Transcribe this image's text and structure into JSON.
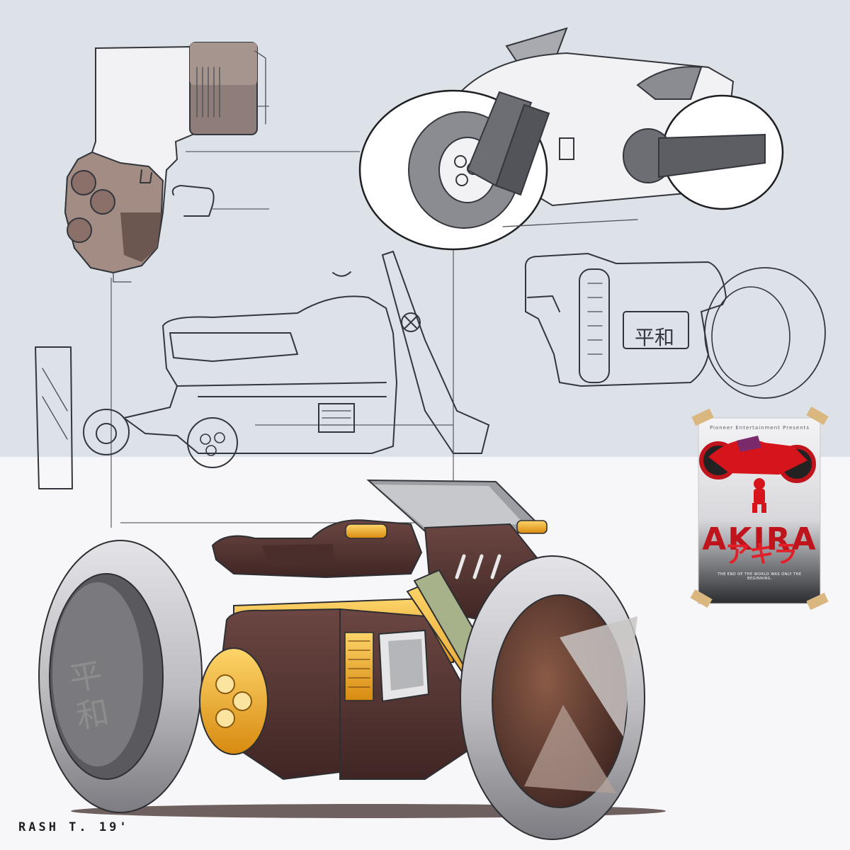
{
  "artwork": {
    "signature": "RASH T. 19'",
    "sketch_emblem_text": "平和",
    "wheel_emblem_text": "平\n和"
  },
  "poster": {
    "presents_text": "Pioneer Entertainment Presents",
    "title": "AKIRA",
    "title_kana": "アキラ",
    "tagline": "THE END OF THE WORLD WAS ONLY THE BEGINNING."
  },
  "colors": {
    "background_upper": "#dde1e8",
    "background_lower": "#f7f7f9",
    "bike_body": "#5a3a36",
    "bike_accent": "#f0a820",
    "wheel_grey": "#c8c8cc",
    "poster_red": "#c0141c"
  }
}
